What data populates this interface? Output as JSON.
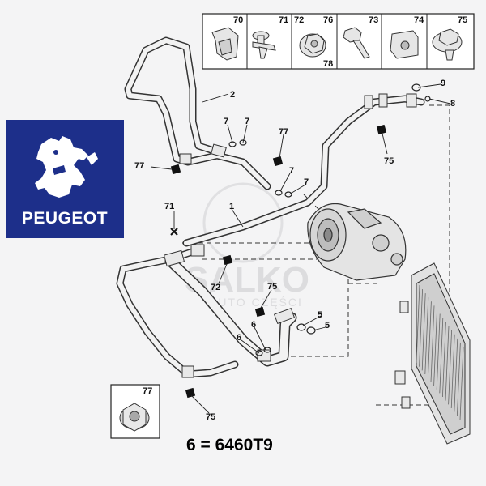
{
  "brand": {
    "name": "PEUGEOT",
    "colors": {
      "logo_bg": "#1d2f8a",
      "logo_fg": "#ffffff"
    }
  },
  "watermark": {
    "main": "SALKO",
    "sub": "AUTO CZĘŚCI"
  },
  "legend_box": {
    "items": [
      {
        "labels": [
          "70"
        ],
        "icon": "clip-icon"
      },
      {
        "labels": [
          "71"
        ],
        "icon": "plastic-rivet-icon"
      },
      {
        "labels": [
          "72",
          "76",
          "78"
        ],
        "icon": "washer-nut-icon"
      },
      {
        "labels": [
          "73"
        ],
        "icon": "screw-icon"
      },
      {
        "labels": [
          "74"
        ],
        "icon": "cage-nut-icon"
      },
      {
        "labels": [
          "75"
        ],
        "icon": "flange-bolt-icon"
      }
    ]
  },
  "callouts": [
    "2",
    "7",
    "7",
    "77",
    "77",
    "7",
    "7",
    "1",
    "71",
    "72",
    "75",
    "6",
    "6",
    "5",
    "5",
    "75",
    "9",
    "8",
    "75",
    "77"
  ],
  "nut_box": {
    "label": "77",
    "icon": "hex-nut-icon"
  },
  "part_code": "6 = 6460T9"
}
